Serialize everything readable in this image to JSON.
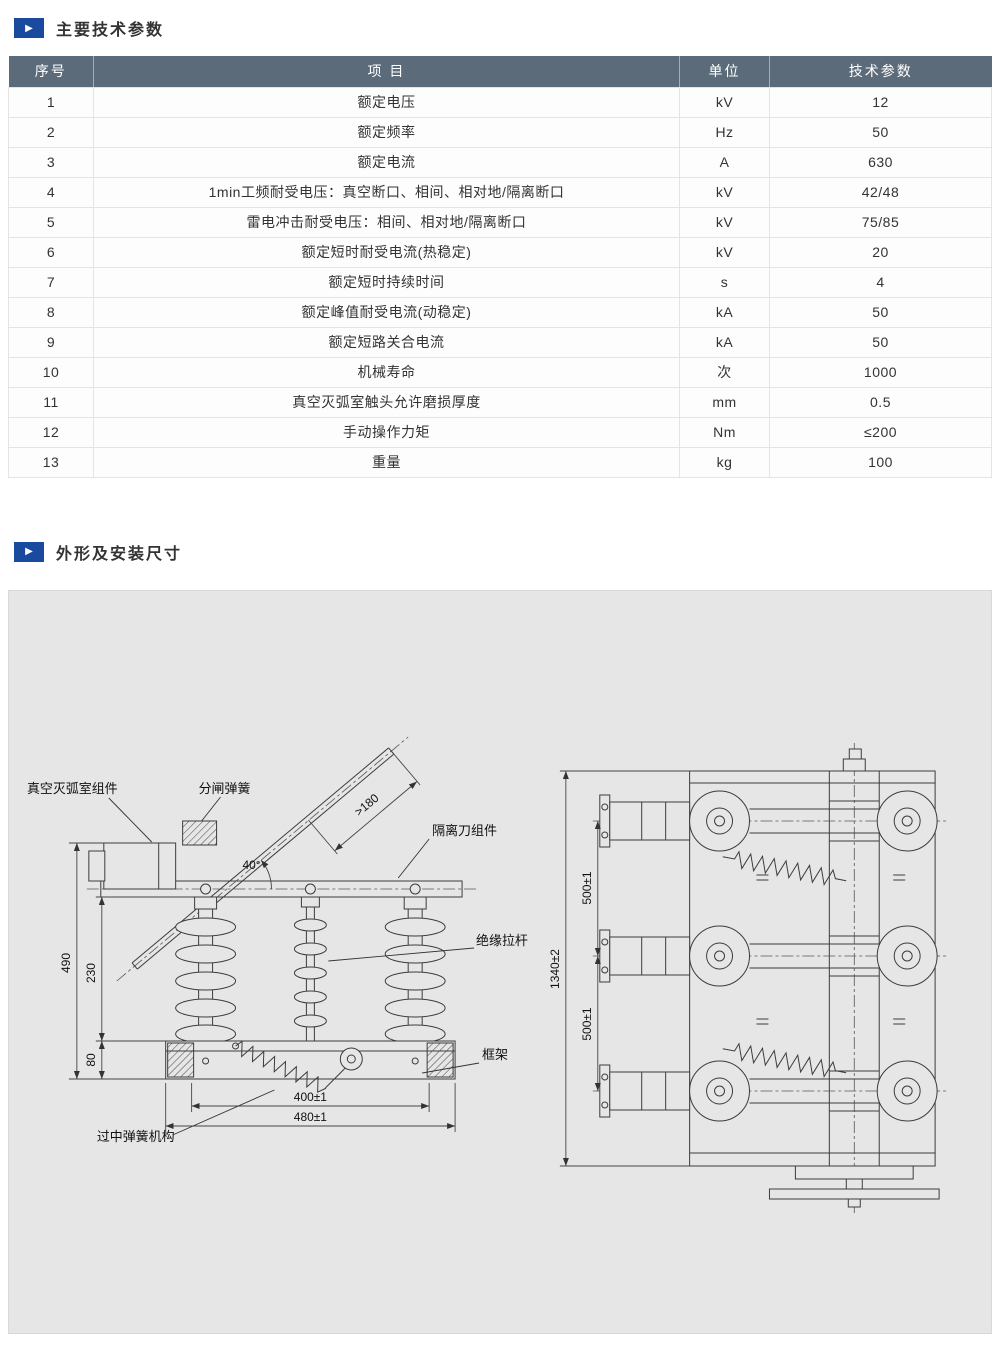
{
  "colors": {
    "accent_blue": "#1a4a9e",
    "table_header_bg": "#5c6b7a",
    "panel_bg": "#e6e6e6"
  },
  "sections": [
    {
      "icon": "▶",
      "title": "主要技术参数"
    },
    {
      "icon": "▶",
      "title": "外形及安装尺寸"
    }
  ],
  "table": {
    "headers": [
      "序号",
      "项 目",
      "单位",
      "技术参数"
    ],
    "rows": [
      [
        "1",
        "额定电压",
        "kV",
        "12"
      ],
      [
        "2",
        "额定频率",
        "Hz",
        "50"
      ],
      [
        "3",
        "额定电流",
        "A",
        "630"
      ],
      [
        "4",
        "1min工频耐受电压：真空断口、相间、相对地/隔离断口",
        "kV",
        "42/48"
      ],
      [
        "5",
        "雷电冲击耐受电压：相间、相对地/隔离断口",
        "kV",
        "75/85"
      ],
      [
        "6",
        "额定短时耐受电流(热稳定)",
        "kV",
        "20"
      ],
      [
        "7",
        "额定短时持续时间",
        "s",
        "4"
      ],
      [
        "8",
        "额定峰值耐受电流(动稳定)",
        "kA",
        "50"
      ],
      [
        "9",
        "额定短路关合电流",
        "kA",
        "50"
      ],
      [
        "10",
        "机械寿命",
        "次",
        "1000"
      ],
      [
        "11",
        "真空灭弧室触头允许磨损厚度",
        "mm",
        "0.5"
      ],
      [
        "12",
        "手动操作力矩",
        "Nm",
        "≤200"
      ],
      [
        "13",
        "重量",
        "kg",
        "100"
      ]
    ]
  },
  "drawing": {
    "side_view": {
      "labels": {
        "vacuum_chamber": "真空灭弧室组件",
        "opening_spring": "分闸弹簧",
        "isolation_knife": "隔离刀组件",
        "insulating_rod": "绝缘拉杆",
        "frame": "框架",
        "over_center_spring": "过中弹簧机构"
      },
      "dimensions": {
        "angle": "40°",
        "min_gap": ">180",
        "height_total": "490",
        "height_insulator": "230",
        "height_base": "80",
        "hole_span": "400±1",
        "base_width": "480±1"
      }
    },
    "front_view": {
      "dimensions": {
        "total_height": "1340±2",
        "pole_spacing_top": "500±1",
        "pole_spacing_bottom": "500±1"
      }
    }
  }
}
